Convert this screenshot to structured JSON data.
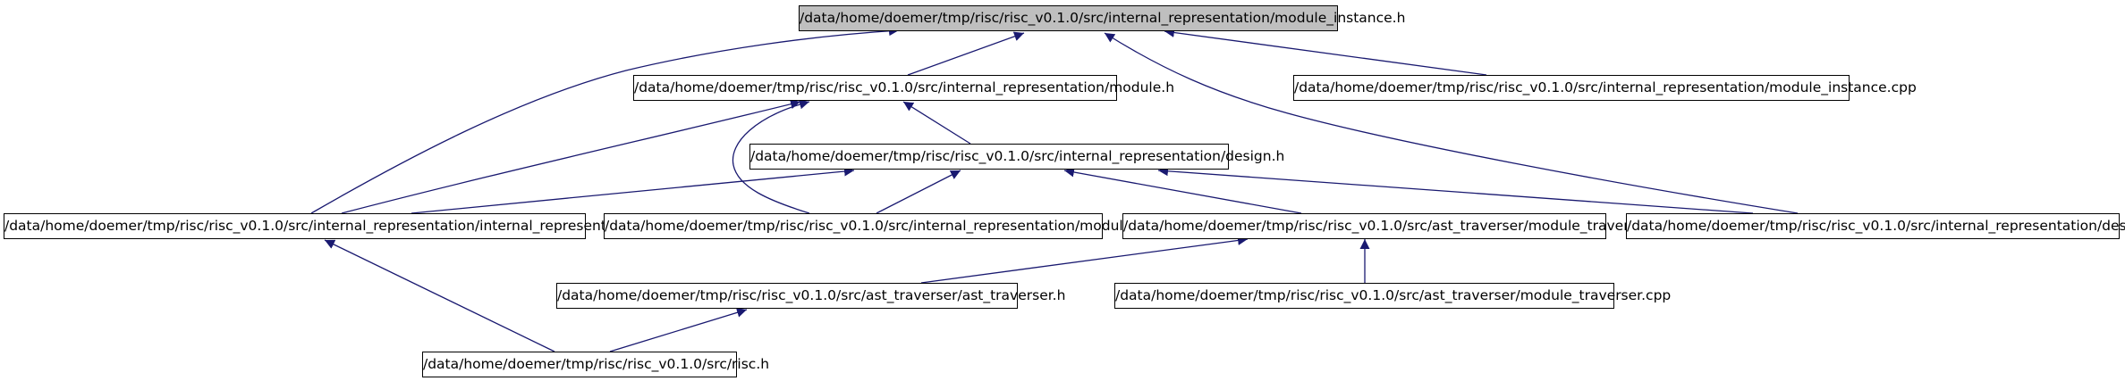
{
  "colors": {
    "edge": "#191970",
    "node_border": "#000000",
    "root_fill": "#bfbfbf",
    "node_fill": "#ffffff"
  },
  "nodes": {
    "module_instance_h": "/data/home/doemer/tmp/risc/risc_v0.1.0/src/internal_representation/module_instance.h",
    "module_h": "/data/home/doemer/tmp/risc/risc_v0.1.0/src/internal_representation/module.h",
    "module_instance_cpp": "/data/home/doemer/tmp/risc/risc_v0.1.0/src/internal_representation/module_instance.cpp",
    "design_h": "/data/home/doemer/tmp/risc/risc_v0.1.0/src/internal_representation/design.h",
    "internal_representation_h": "/data/home/doemer/tmp/risc/risc_v0.1.0/src/internal_representation/internal_representation.h",
    "module_cpp": "/data/home/doemer/tmp/risc/risc_v0.1.0/src/internal_representation/module.cpp",
    "module_traverser_h": "/data/home/doemer/tmp/risc/risc_v0.1.0/src/ast_traverser/module_traverser.h",
    "design_cpp": "/data/home/doemer/tmp/risc/risc_v0.1.0/src/internal_representation/design.cpp",
    "ast_traverser_h": "/data/home/doemer/tmp/risc/risc_v0.1.0/src/ast_traverser/ast_traverser.h",
    "module_traverser_cpp": "/data/home/doemer/tmp/risc/risc_v0.1.0/src/ast_traverser/module_traverser.cpp",
    "risc_h": "/data/home/doemer/tmp/risc/risc_v0.1.0/src/risc.h"
  },
  "edges": [
    {
      "from": "module_h",
      "to": "module_instance_h"
    },
    {
      "from": "internal_representation_h",
      "to": "module_instance_h"
    },
    {
      "from": "module_instance_cpp",
      "to": "module_instance_h"
    },
    {
      "from": "design_cpp",
      "to": "module_instance_h"
    },
    {
      "from": "design_h",
      "to": "module_h"
    },
    {
      "from": "internal_representation_h",
      "to": "module_h"
    },
    {
      "from": "module_cpp",
      "to": "module_h"
    },
    {
      "from": "internal_representation_h",
      "to": "design_h"
    },
    {
      "from": "module_cpp",
      "to": "design_h"
    },
    {
      "from": "module_traverser_h",
      "to": "design_h"
    },
    {
      "from": "design_cpp",
      "to": "design_h"
    },
    {
      "from": "risc_h",
      "to": "internal_representation_h"
    },
    {
      "from": "ast_traverser_h",
      "to": "module_traverser_h"
    },
    {
      "from": "module_traverser_cpp",
      "to": "module_traverser_h"
    },
    {
      "from": "risc_h",
      "to": "ast_traverser_h"
    }
  ]
}
